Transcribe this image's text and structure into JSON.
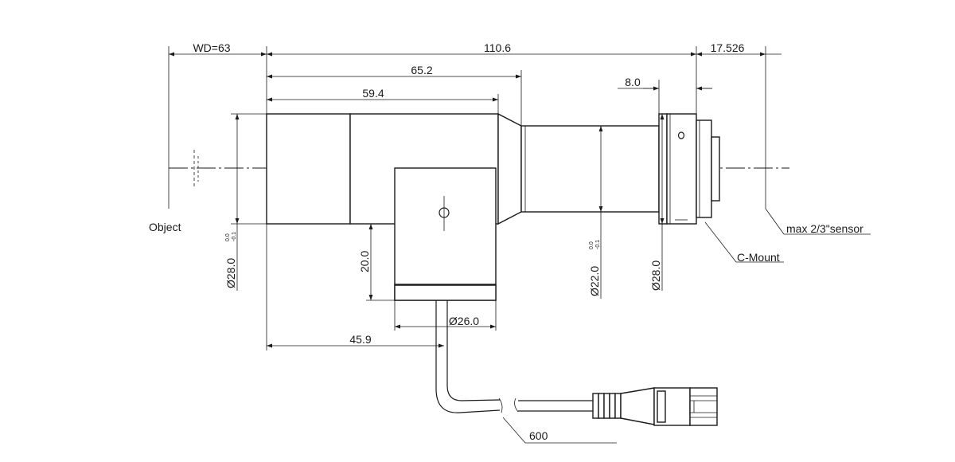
{
  "dimensions": {
    "wd": "WD=63",
    "total_length": "110.6",
    "sensor_flange": "17.526",
    "length_65": "65.2",
    "length_59": "59.4",
    "mount_width": "8.0",
    "dia_front": "Ø28.0",
    "dia_front_tol_upper": "0.0",
    "dia_front_tol_lower": "-0.1",
    "side_height": "20.0",
    "dia_rear": "Ø22.0",
    "dia_rear_tol_upper": "0.0",
    "dia_rear_tol_lower": "-0.1",
    "dia_mount": "Ø28.0",
    "dia_side": "Ø26.0",
    "side_offset": "45.9",
    "cable_length": "600"
  },
  "labels": {
    "object": "Object",
    "sensor": "max 2/3\"sensor",
    "mount": "C-Mount"
  }
}
